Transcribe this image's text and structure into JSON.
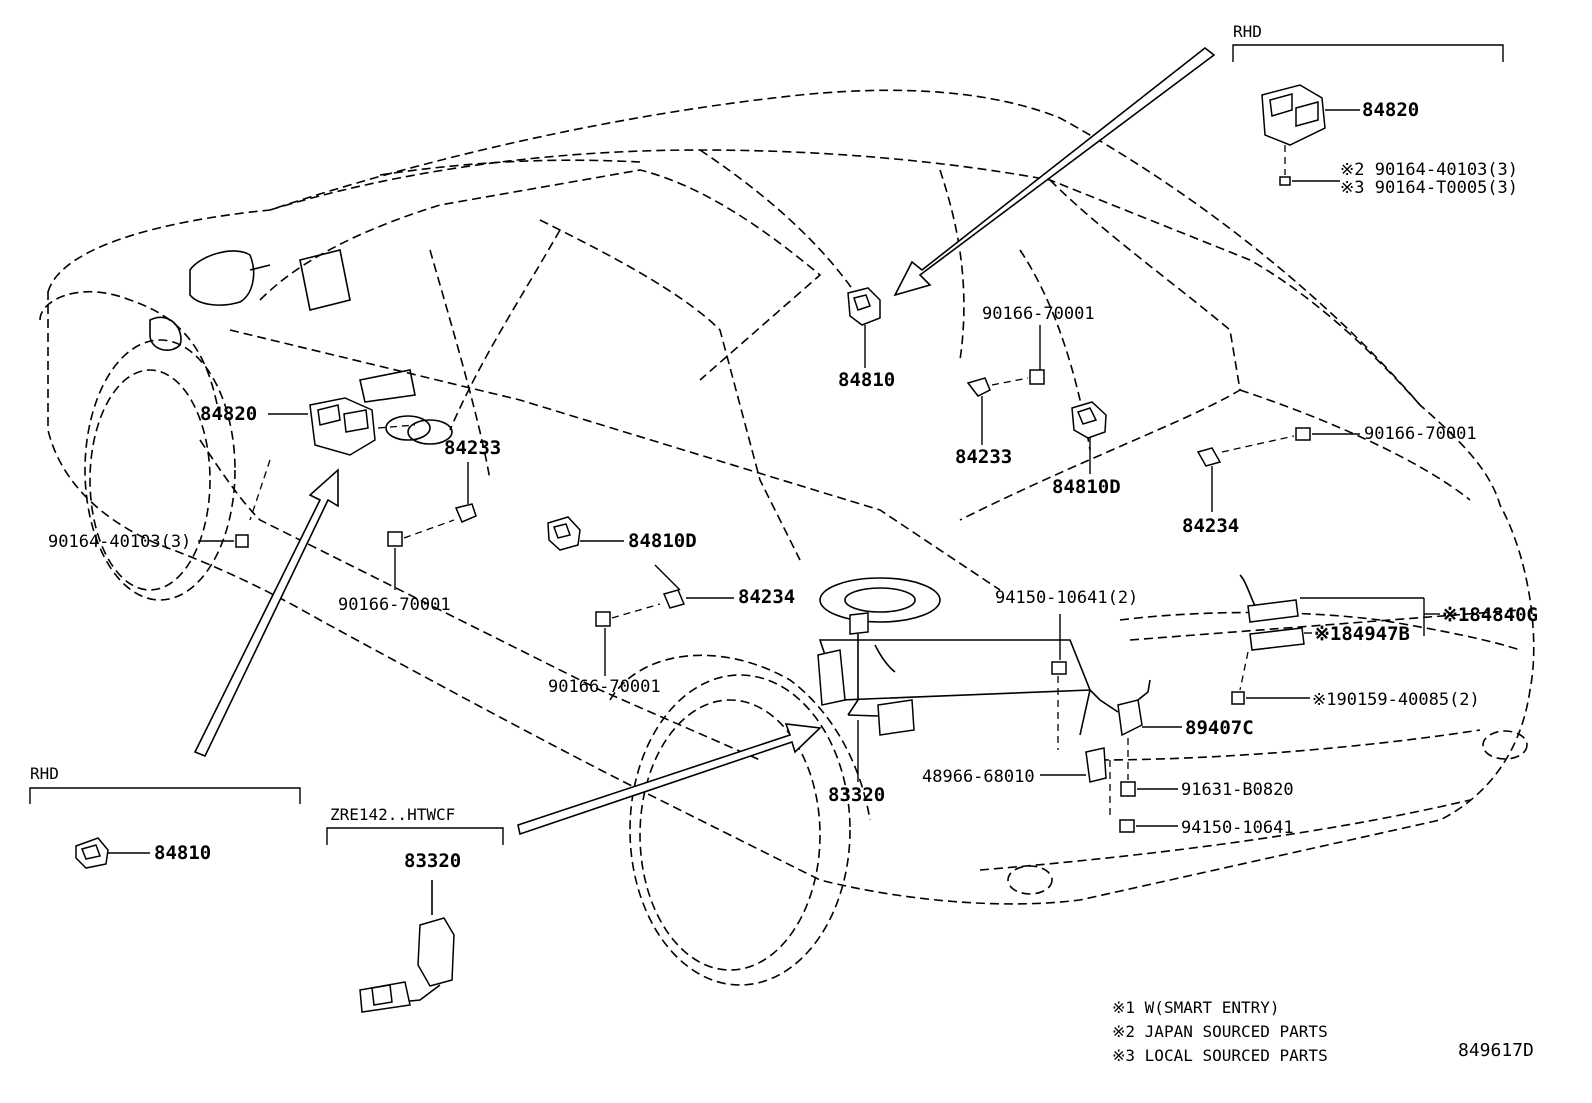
{
  "sections": {
    "rhd_top": "RHD",
    "rhd_left": "RHD",
    "zre_variant": "ZRE142..HTWCF"
  },
  "labels": {
    "p84820_top": "84820",
    "p90164_40103_top": "※2 90164-40103(3)",
    "p90164_t0005_top": "※3 90164-T0005(3)",
    "p90166_70001_a": "90166-70001",
    "p84810_center": "84810",
    "p84233_center": "84233",
    "p84810d_center": "84810D",
    "p90166_70001_b": "90166-70001",
    "p84234_right": "84234",
    "p84820_left": "84820",
    "p84233_left": "84233",
    "p90164_40103_left": "90164-40103(3)",
    "p84810d_left": "84810D",
    "p90166_70001_c": "90166-70001",
    "p84234_mid": "84234",
    "p94150_10641_2": "94150-10641(2)",
    "p90166_70001_d": "90166-70001",
    "p84840g": "※184840G",
    "p84947b": "※184947B",
    "p90159_40085": "※190159-40085(2)",
    "p89407c": "89407C",
    "p48966_68010": "48966-68010",
    "p83320_main": "83320",
    "p91631_b0820": "91631-B0820",
    "p94150_10641": "94150-10641",
    "p84810_rhd": "84810",
    "p83320_zre": "83320"
  },
  "notes": [
    "※1 W(SMART ENTRY)",
    "※2 JAPAN SOURCED PARTS",
    "※3 LOCAL SOURCED PARTS"
  ],
  "diagram_code": "849617D"
}
